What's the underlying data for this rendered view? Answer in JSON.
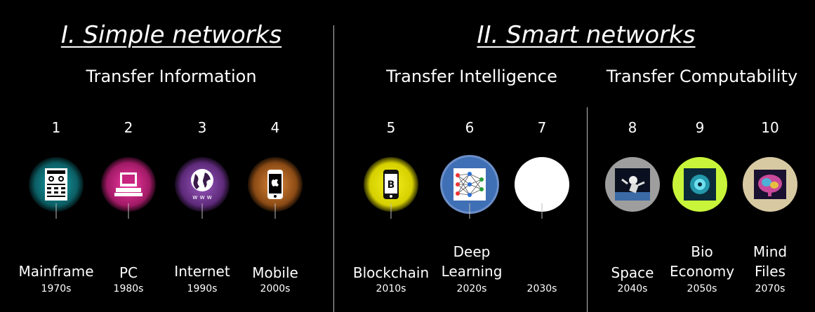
{
  "sections": {
    "simple": {
      "title": "I. Simple networks",
      "subtitle": "Transfer Information"
    },
    "smart": {
      "title": "II. Smart networks",
      "subtitle_a": "Transfer Intelligence",
      "subtitle_b": "Transfer Computability"
    }
  },
  "items": [
    {
      "num": "1",
      "label": "Mainframe",
      "decade": "1970s",
      "icon": "mainframe-icon",
      "color": "#0e7f86"
    },
    {
      "num": "2",
      "label": "PC",
      "decade": "1980s",
      "icon": "pc-icon",
      "color": "#c7237f"
    },
    {
      "num": "3",
      "label": "Internet",
      "decade": "1990s",
      "icon": "globe-icon",
      "color": "#7a3b9a"
    },
    {
      "num": "4",
      "label": "Mobile",
      "decade": "2000s",
      "icon": "smartphone-icon",
      "color": "#b8651f"
    },
    {
      "num": "5",
      "label": "Blockchain",
      "decade": "2010s",
      "icon": "bitcoin-phone-icon",
      "color": "#e7e000"
    },
    {
      "num": "6",
      "label_line1": "Deep",
      "label_line2": "Learning",
      "decade": "2020s",
      "icon": "neural-network-icon",
      "color": "#3f6fb5"
    },
    {
      "num": "7",
      "label": "",
      "decade": "2030s",
      "icon": "blank-circle",
      "color": "#ffffff"
    },
    {
      "num": "8",
      "label": "Space",
      "decade": "2040s",
      "icon": "astronaut-icon",
      "color": "#9e9e9e"
    },
    {
      "num": "9",
      "label_line1": "Bio",
      "label_line2": "Economy",
      "decade": "2050s",
      "icon": "cell-icon",
      "color": "#c8f53a"
    },
    {
      "num": "10",
      "label_line1": "Mind",
      "label_line2": "Files",
      "decade": "2070s",
      "icon": "brain-icon",
      "color": "#d7c9a2"
    }
  ]
}
